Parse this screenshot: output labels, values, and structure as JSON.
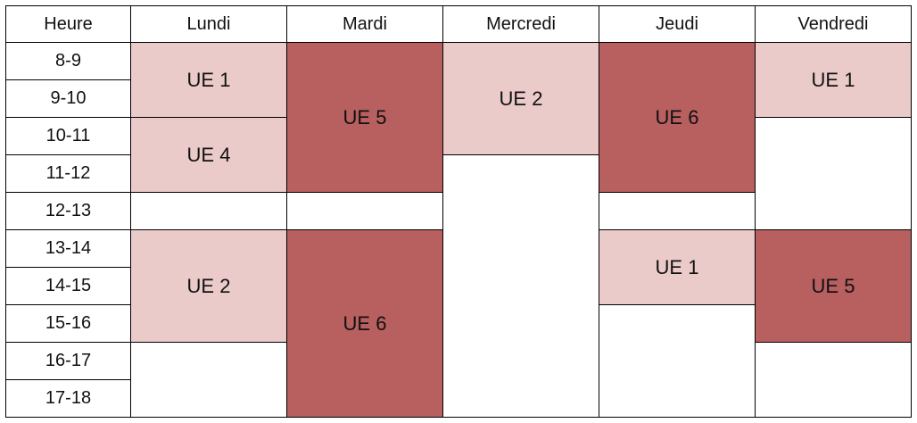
{
  "timetable": {
    "colors": {
      "light": "#EBCACA",
      "dark": "#B85F5F",
      "empty": "#FFFFFF",
      "border": "#000000"
    },
    "header": {
      "hour": "Heure",
      "days": [
        "Lundi",
        "Mardi",
        "Mercredi",
        "Jeudi",
        "Vendredi"
      ]
    },
    "hours": [
      "8-9",
      "9-10",
      "10-11",
      "11-12",
      "12-13",
      "13-14",
      "14-15",
      "15-16",
      "16-17",
      "17-18"
    ],
    "blocks": [
      {
        "day": "Lundi",
        "start": "8-9",
        "end": "9-10",
        "label": "UE 1",
        "shade": "light"
      },
      {
        "day": "Lundi",
        "start": "10-11",
        "end": "11-12",
        "label": "UE 4",
        "shade": "light"
      },
      {
        "day": "Lundi",
        "start": "13-14",
        "end": "15-16",
        "label": "UE 2",
        "shade": "light"
      },
      {
        "day": "Mardi",
        "start": "8-9",
        "end": "11-12",
        "label": "UE 5",
        "shade": "dark"
      },
      {
        "day": "Mardi",
        "start": "13-14",
        "end": "17-18",
        "label": "UE 6",
        "shade": "dark"
      },
      {
        "day": "Mercredi",
        "start": "8-9",
        "end": "10-11",
        "label": "UE 2",
        "shade": "light"
      },
      {
        "day": "Jeudi",
        "start": "8-9",
        "end": "11-12",
        "label": "UE 6",
        "shade": "dark"
      },
      {
        "day": "Jeudi",
        "start": "13-14",
        "end": "14-15",
        "label": "UE 1",
        "shade": "light"
      },
      {
        "day": "Vendredi",
        "start": "8-9",
        "end": "9-10",
        "label": "UE 1",
        "shade": "light"
      },
      {
        "day": "Vendredi",
        "start": "13-14",
        "end": "15-16",
        "label": "UE 5",
        "shade": "dark"
      }
    ],
    "empty_cells": [
      {
        "day": "Lundi",
        "start": "12-13",
        "end": "12-13"
      },
      {
        "day": "Lundi",
        "start": "16-17",
        "end": "17-18"
      },
      {
        "day": "Mardi",
        "start": "12-13",
        "end": "12-13"
      },
      {
        "day": "Mercredi",
        "start": "11-12",
        "end": "17-18"
      },
      {
        "day": "Jeudi",
        "start": "12-13",
        "end": "12-13"
      },
      {
        "day": "Jeudi",
        "start": "15-16",
        "end": "17-18"
      },
      {
        "day": "Vendredi",
        "start": "10-11",
        "end": "12-13"
      },
      {
        "day": "Vendredi",
        "start": "16-17",
        "end": "17-18"
      }
    ]
  }
}
